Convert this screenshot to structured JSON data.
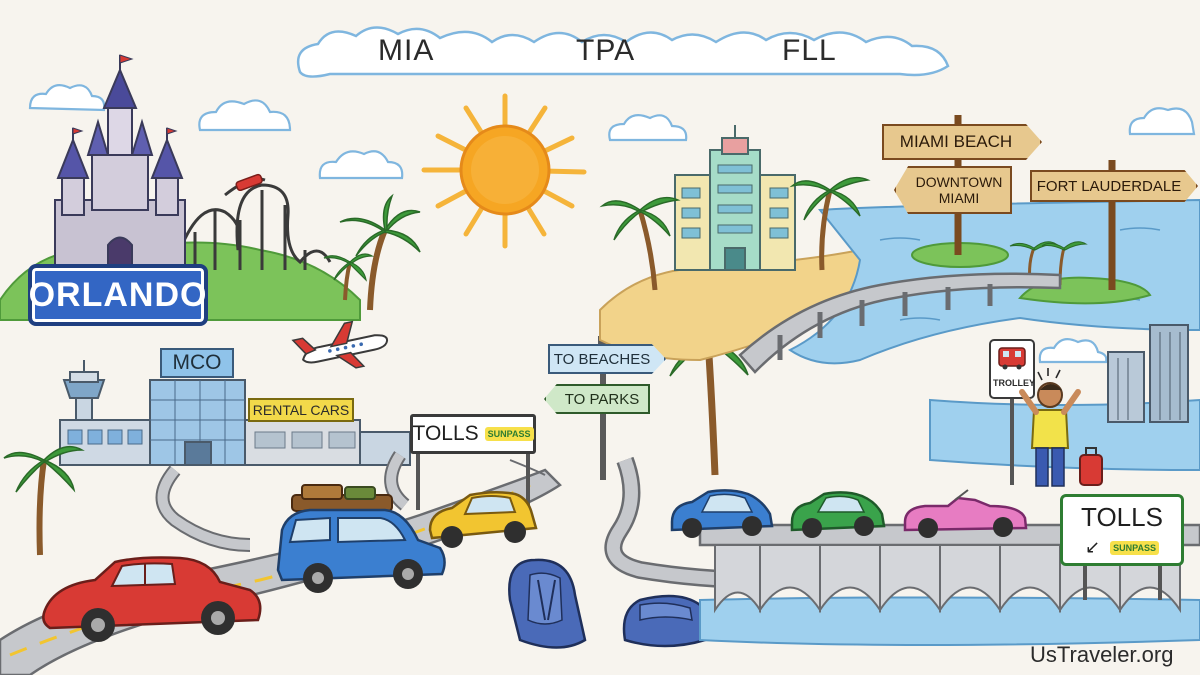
{
  "airport_codes": [
    "MIA",
    "TPA",
    "FLL"
  ],
  "orlando_sign": "ORLANDO",
  "mco_sign": "MCO",
  "rental_cars_sign": "RENTAL CARS",
  "tolls_sign_left": {
    "label": "TOLLS",
    "brand": "SUNPASS"
  },
  "direction_signs": {
    "beaches": "TO BEACHES",
    "parks": "TO PARKS"
  },
  "miami_signs": {
    "miami_beach": "MIAMI BEACH",
    "downtown_miami_line1": "DOWNTOWN",
    "downtown_miami_line2": "MIAMI",
    "fort_lauderdale": "FORT LAUDERDALE"
  },
  "trolley_sign": "TROLLEY",
  "tolls_sign_right": {
    "label": "TOLLS",
    "brand": "SUNPASS"
  },
  "watermark": "UsTraveler.org",
  "colors": {
    "background": "#f7f4ee",
    "orlando_sign_blue": "#3366c4",
    "sun": "#f6a623",
    "water": "#9fd0ee",
    "highway_sign_green": "#2e7d32",
    "car_red": "#d83a34",
    "car_blue": "#3b7fd0",
    "car_yellow": "#f2c530",
    "car_green": "#3aa34b",
    "car_pink": "#e77cc2"
  }
}
